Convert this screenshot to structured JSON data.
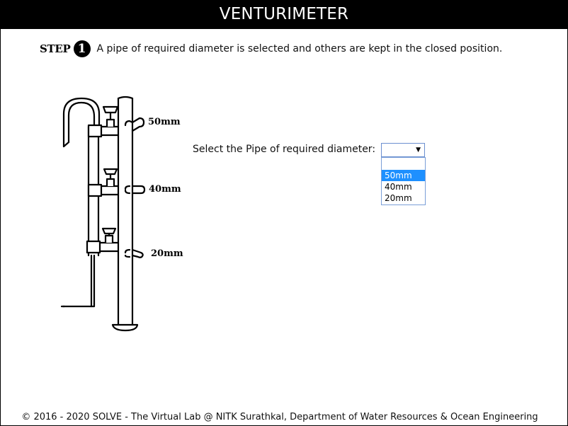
{
  "header": {
    "title": "VENTURIMETER"
  },
  "step": {
    "word": "STEP",
    "number": "1",
    "instruction": "A pipe of required diameter is selected and others are kept in the closed position."
  },
  "illustration": {
    "labels": [
      "50mm",
      "40mm",
      "20mm"
    ]
  },
  "form": {
    "select_label": "Select the Pipe of required diameter:",
    "selected_value": "",
    "options": [
      "",
      "50mm",
      "40mm",
      "20mm"
    ],
    "highlighted_option": "50mm"
  },
  "footer": {
    "text": "© 2016 - 2020 SOLVE - The Virtual Lab @ NITK Surathkal, Department of Water Resources & Ocean Engineering"
  }
}
